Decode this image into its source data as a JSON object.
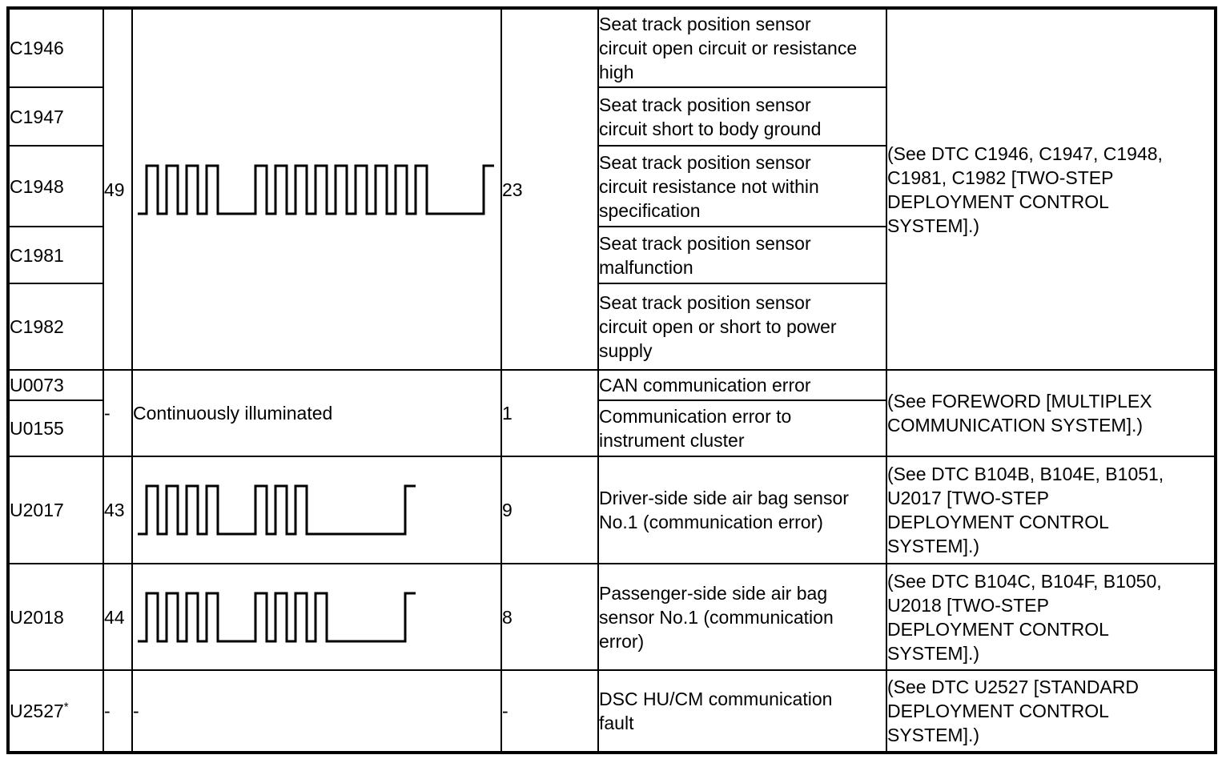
{
  "document": {
    "kind": "airbag-system-dtc-flash-code-table"
  },
  "colors": {
    "border": "#000000",
    "background": "#ffffff",
    "text": "#000000",
    "waveform_stroke": "#000000"
  },
  "rows": [
    {
      "dtc": "C1946",
      "description": "Seat track position sensor\ncircuit open circuit or resistance\nhigh"
    },
    {
      "dtc": "C1947",
      "description": "Seat track position sensor\ncircuit short to body ground"
    },
    {
      "dtc": "C1948",
      "description": "Seat track position sensor\ncircuit resistance not within\nspecification"
    },
    {
      "dtc": "C1981",
      "description": "Seat track position sensor\nmalfunction"
    },
    {
      "dtc": "C1982",
      "description": "Seat track position sensor\ncircuit open or short to power\nsupply"
    },
    {
      "dtc": "U0073",
      "description": "CAN communication error"
    },
    {
      "dtc": "U0155",
      "description": "Communication error to\ninstrument cluster"
    },
    {
      "dtc": "U2017",
      "description": "Driver-side side air bag sensor\nNo.1 (communication error)"
    },
    {
      "dtc": "U2018",
      "description": "Passenger-side side air bag\nsensor No.1 (communication\nerror)"
    },
    {
      "dtc": "U2527",
      "dtc_suffix": "*",
      "description": "DSC HU/CM communication\nfault"
    }
  ],
  "groups": [
    {
      "flash_code": "49",
      "flash_pattern": {
        "kind": "pulse",
        "pulse_groups": [
          4,
          9
        ]
      },
      "count": "23",
      "reference": "(See DTC C1946, C1947, C1948,\nC1981, C1982 [TWO-STEP\nDEPLOYMENT CONTROL\nSYSTEM].)"
    },
    {
      "flash_code": "-",
      "flash_pattern": {
        "kind": "text",
        "text": "Continuously illuminated"
      },
      "count": "1",
      "reference": "(See FOREWORD [MULTIPLEX\nCOMMUNICATION SYSTEM].)"
    },
    {
      "flash_code": "43",
      "flash_pattern": {
        "kind": "pulse",
        "pulse_groups": [
          4,
          3
        ]
      },
      "count": "9",
      "reference": "(See DTC B104B, B104E, B1051,\nU2017 [TWO-STEP\nDEPLOYMENT CONTROL\nSYSTEM].)"
    },
    {
      "flash_code": "44",
      "flash_pattern": {
        "kind": "pulse",
        "pulse_groups": [
          4,
          4
        ]
      },
      "count": "8",
      "reference": "(See DTC B104C, B104F, B1050,\nU2018 [TWO-STEP\nDEPLOYMENT CONTROL\nSYSTEM].)"
    },
    {
      "flash_code": "-",
      "flash_pattern": {
        "kind": "dash",
        "text": "-"
      },
      "count": "-",
      "reference": "(See DTC U2527 [STANDARD\nDEPLOYMENT CONTROL\nSYSTEM].)"
    }
  ]
}
